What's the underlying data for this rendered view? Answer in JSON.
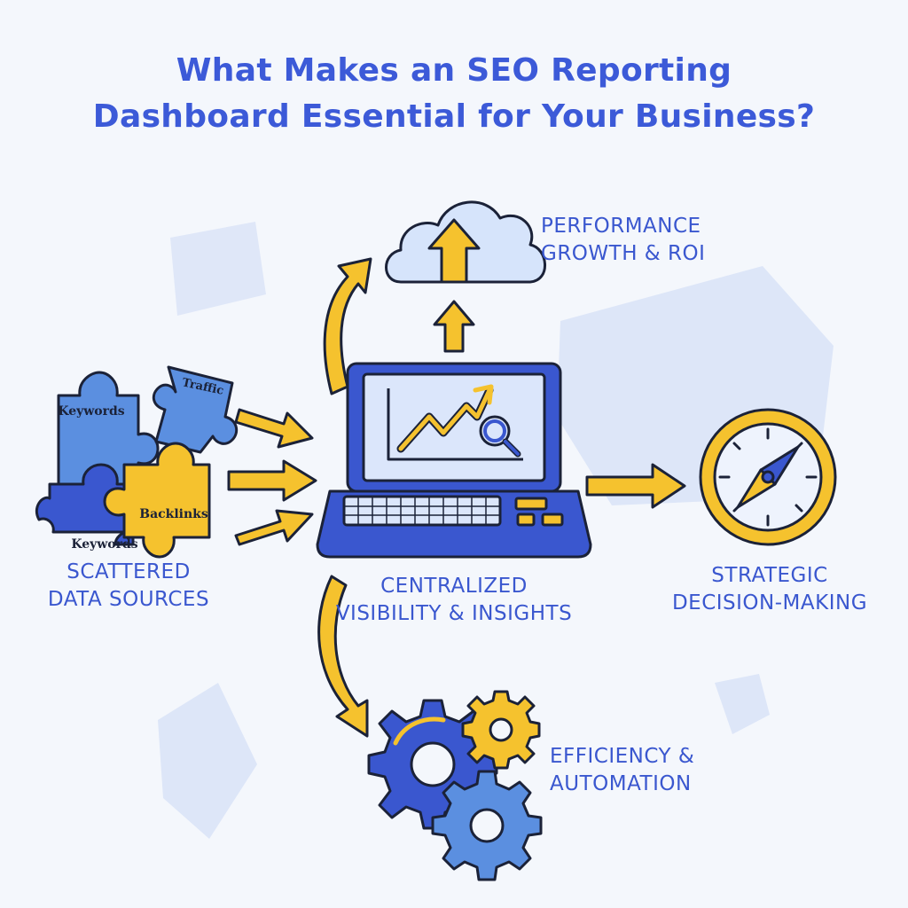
{
  "title": {
    "line1": "What Makes an SEO Reporting",
    "line2": "Dashboard Essential for Your Business?"
  },
  "puzzle_labels": {
    "keywords_top": "Keywords",
    "traffic": "Traffic",
    "backlinks": "Backlinks",
    "keywords_bottom": "Keywords"
  },
  "nodes": {
    "scattered": {
      "line1": "SCATTERED",
      "line2": "DATA SOURCES"
    },
    "centralized": {
      "line1": "CENTRALIZED",
      "line2": "VISIBILITY & INSIGHTS"
    },
    "performance": {
      "line1": "PERFORMANCE",
      "line2": "GROWTH & ROI"
    },
    "strategic": {
      "line1": "STRATEGIC",
      "line2": "DECISION-MAKING"
    },
    "efficiency": {
      "line1": "EFFICIENCY &",
      "line2": "AUTOMATION"
    }
  },
  "colors": {
    "primary_blue": "#3a57cf",
    "light_blue": "#5b8fe0",
    "accent_yellow": "#f5c22e",
    "outline": "#1b2238",
    "background": "#f4f7fc"
  },
  "icons": [
    "puzzle-icon",
    "laptop-icon",
    "cloud-upload-icon",
    "compass-icon",
    "gears-icon",
    "magnifier-icon",
    "arrow-icon"
  ]
}
